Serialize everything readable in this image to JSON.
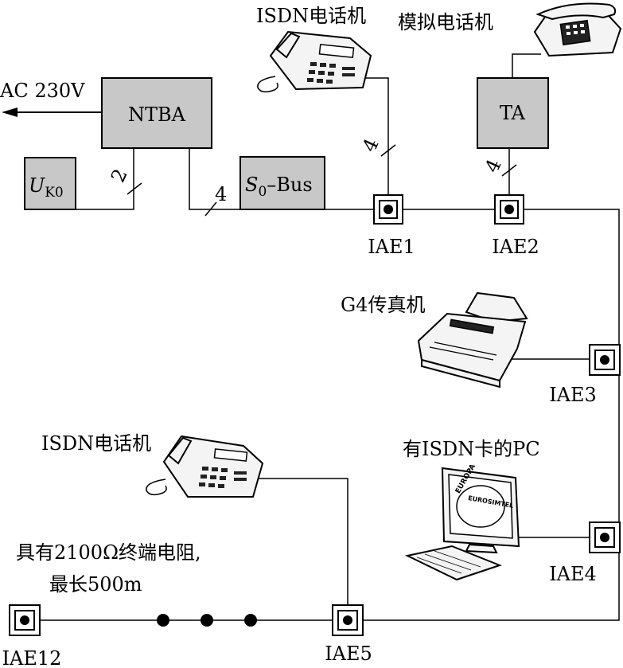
{
  "power": {
    "label": "AC 230V"
  },
  "boxes": {
    "ntba": "NTBA",
    "uk0_main": "U",
    "uk0_sub": "K0",
    "s0_main": "S",
    "s0_sub": "0",
    "s0_rest": "–Bus",
    "ta": "TA"
  },
  "wire_counts": {
    "uk0": "2",
    "ntba_bus": "4",
    "isdn_phone1": "4",
    "ta": "4"
  },
  "devices": {
    "isdn_phone_top": "ISDN电话机",
    "analog_phone": "模拟电话机",
    "fax": "G4传真机",
    "pc": "有ISDN卡的PC",
    "isdn_phone_bottom": "ISDN电话机",
    "screen_text_1": "EUROPA",
    "screen_text_2": "EUROSIMTEL"
  },
  "sockets": {
    "iae1": "IAE1",
    "iae2": "IAE2",
    "iae3": "IAE3",
    "iae4": "IAE4",
    "iae5": "IAE5",
    "iae12": "IAE12"
  },
  "note": {
    "line1": "具有2100Ω终端电阻,",
    "line2": "最长500m"
  }
}
